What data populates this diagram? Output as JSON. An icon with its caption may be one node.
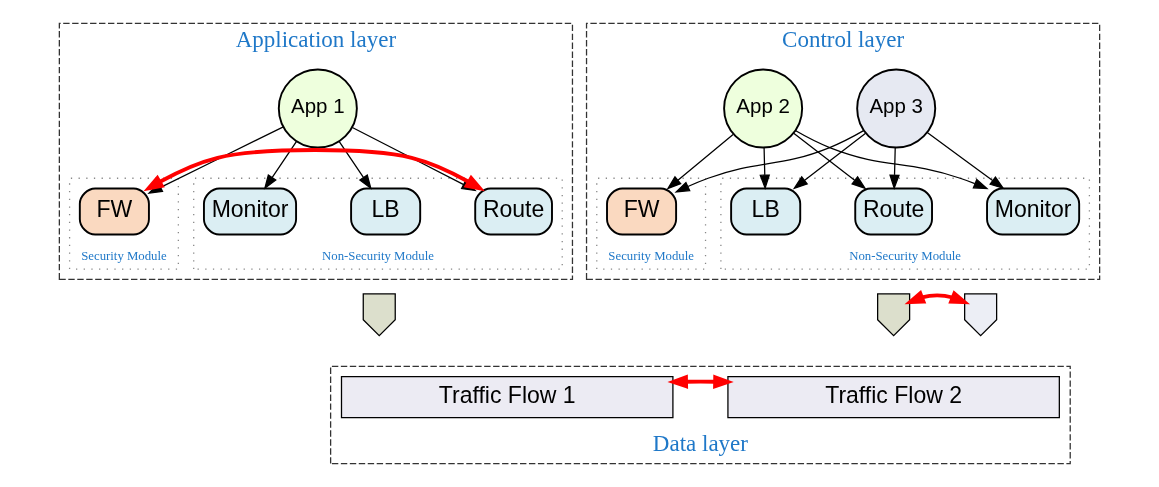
{
  "diagram": {
    "nodes": [
      {
        "text": [
          "Application layer"
        ]
      },
      {
        "text": [
          "App 1"
        ],
        "in": 0
      },
      {
        "text": [
          "Security Module"
        ],
        "in": 0
      },
      {
        "text": [
          "FW"
        ],
        "in": 2
      },
      {
        "text": [
          "Non-Security Module"
        ],
        "in": 0
      },
      {
        "text": [
          "Route"
        ],
        "in": 4
      },
      {
        "text": [
          "Monitor"
        ],
        "in": 4
      },
      {
        "text": [
          "LB"
        ],
        "in": 4
      },
      {
        "text": [
          "Control layer"
        ]
      },
      {
        "text": [
          "App 2"
        ],
        "in": 8
      },
      {
        "text": [
          "App 3"
        ],
        "in": 8
      },
      {
        "text": [
          "Security Module"
        ],
        "in": 8
      },
      {
        "text": [
          "FW"
        ],
        "in": 11
      },
      {
        "text": [
          "Non-Security Module"
        ],
        "in": 8
      },
      {
        "text": [
          "Route"
        ],
        "in": 13
      },
      {
        "text": [
          "Monitor"
        ],
        "in": 13
      },
      {
        "text": [
          "LB"
        ],
        "in": 13
      },
      {
        "text": [
          "Data layer"
        ]
      },
      {
        "text": [
          "Traffic Flow 1"
        ],
        "in": 17
      },
      {
        "text": [
          "Traffic Flow 2"
        ],
        "in": 17
      },
      {
        "text": [],
        "shape": "arrow"
      },
      {
        "text": [],
        "shape": "arrow"
      },
      {
        "text": [],
        "shape": "arrow"
      }
    ],
    "edges": [
      {
        "from": 1,
        "to": 3,
        "arrow": "to"
      },
      {
        "from": 1,
        "to": 5,
        "arrow": "to"
      },
      {
        "from": 1,
        "to": 6,
        "arrow": "to"
      },
      {
        "from": 1,
        "to": 7,
        "arrow": "to"
      },
      {
        "from": 3,
        "to": 5,
        "arrow": "both",
        "style": "thick",
        "color": "#ff0000"
      },
      {
        "from": 9,
        "to": 12,
        "arrow": "to"
      },
      {
        "from": 9,
        "to": 14,
        "arrow": "to"
      },
      {
        "from": 9,
        "to": 15,
        "arrow": "to"
      },
      {
        "from": 9,
        "to": 16,
        "arrow": "to"
      },
      {
        "from": 10,
        "to": 12,
        "arrow": "to"
      },
      {
        "from": 10,
        "to": 14,
        "arrow": "to"
      },
      {
        "from": 10,
        "to": 15,
        "arrow": "to"
      },
      {
        "from": 10,
        "to": 16,
        "arrow": "to"
      },
      {
        "from": 21,
        "to": 22,
        "arrow": "both",
        "style": "thick",
        "color": "#ff0000"
      },
      {
        "from": 18,
        "to": 19,
        "arrow": "both",
        "style": "thick",
        "color": "#ff0000"
      }
    ]
  }
}
